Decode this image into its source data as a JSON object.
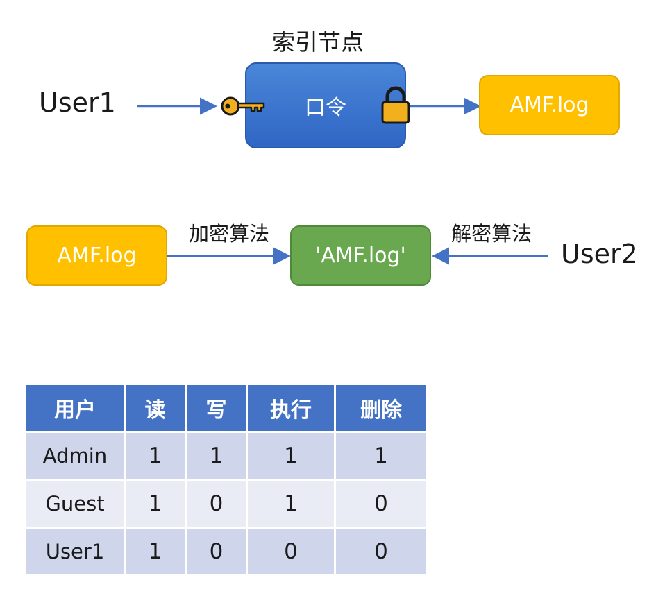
{
  "top": {
    "title": "索引节点",
    "user_label": "User1",
    "inode_label": "口令",
    "file_label": "AMF.log",
    "icons": [
      "key-icon",
      "lock-icon"
    ]
  },
  "middle": {
    "source_label": "AMF.log",
    "encrypt_label": "加密算法",
    "encrypted_label": "'AMF.log'",
    "decrypt_label": "解密算法",
    "user_label": "User2"
  },
  "table": {
    "headers": [
      "用户",
      "读",
      "写",
      "执行",
      "删除"
    ],
    "rows": [
      [
        "Admin",
        "1",
        "1",
        "1",
        "1"
      ],
      [
        "Guest",
        "1",
        "0",
        "1",
        "0"
      ],
      [
        "User1",
        "1",
        "0",
        "0",
        "0"
      ]
    ]
  },
  "colors": {
    "orange": "#FFC000",
    "green": "#6AA84F",
    "blue": "#4472C4",
    "arrow": "#4472C4"
  }
}
